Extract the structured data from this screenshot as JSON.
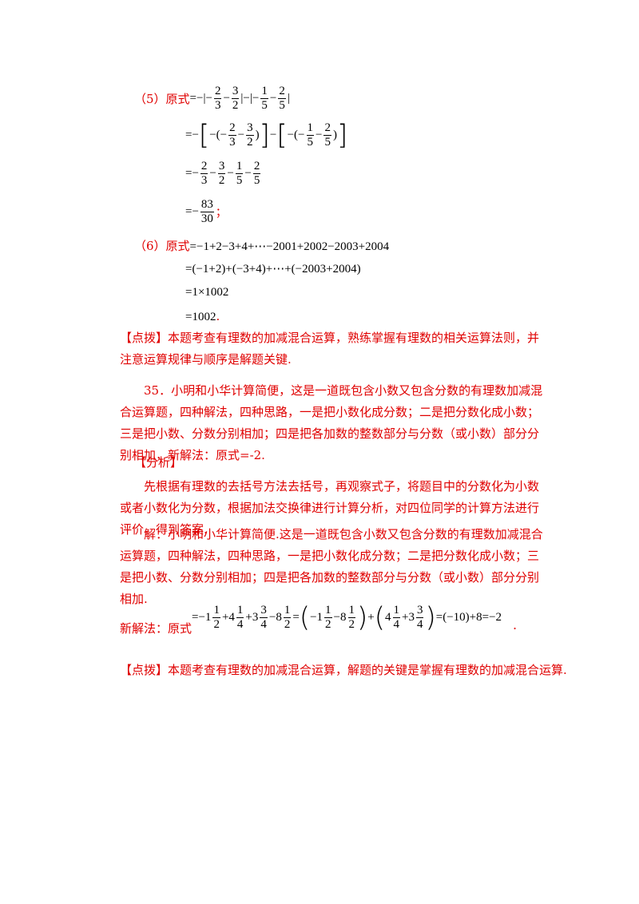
{
  "p5": {
    "label": "（5）原式",
    "line1": {
      "lead": "=−|−",
      "f1": [
        "2",
        "3"
      ],
      "op1": "−",
      "f2": [
        "3",
        "2"
      ],
      "mid": "|−|−",
      "f3": [
        "1",
        "5"
      ],
      "op2": "−",
      "f4": [
        "2",
        "5"
      ],
      "end": "|"
    },
    "line2": {
      "lead": "=−",
      "lb1": "[",
      "in1": "−(−",
      "f1": [
        "2",
        "3"
      ],
      "op1": "−",
      "f2": [
        "3",
        "2"
      ],
      "rb1": ")",
      "rbk1": "]",
      "minus": "−",
      "lb2": "[",
      "in2": "−(−",
      "f3": [
        "1",
        "5"
      ],
      "op2": "−",
      "f4": [
        "2",
        "5"
      ],
      "rb2": ")",
      "rbk2": "]"
    },
    "line3": {
      "lead": "=−",
      "f1": [
        "2",
        "3"
      ],
      "op1": "−",
      "f2": [
        "3",
        "2"
      ],
      "op2": "−",
      "f3": [
        "1",
        "5"
      ],
      "op3": "−",
      "f4": [
        "2",
        "5"
      ]
    },
    "line4": {
      "lead": "=−",
      "f1": [
        "83",
        "30"
      ],
      "end": "；"
    }
  },
  "p6": {
    "label": "（6）原式",
    "line1": "=−1+2−3+4+⋯−2001+2002−2003+2004",
    "line2": "=(−1+2)+(−3+4)+⋯+(−2003+2004)",
    "line3": "=1×1002",
    "line4": "=1002",
    "line4_end": "."
  },
  "tip1": {
    "label": "【点拨】",
    "text": "本题考查有理数的加减混合运算，熟练掌握有理数的相关运算法则，并注意运算规律与顺序是解题关键."
  },
  "q35": {
    "text": "35．小明和小华计算简便，这是一道既包含小数又包含分数的有理数加减混合运算题，四种解法，四种思路，一是把小数化成分数；二是把分数化成小数；三是把小数、分数分别相加；四是把各加数的整数部分与分数（或小数）部分分别相加，新解法：原式=-2."
  },
  "analysis": {
    "label": "【分析】",
    "text": "先根据有理数的去括号方法去括号，再观察式子，将题目中的分数化为小数或者小数化为分数，根据加法交换律进行计算分析，对四位同学的计算方法进行评价，得到答案."
  },
  "solution": {
    "text": "解：小明和小华计算简便.这是一道既包含小数又包含分数的有理数加减混合运算题，四种解法，四种思路，一是把小数化成分数；二是把分数化成小数；三是把小数、分数分别相加；四是把各加数的整数部分与分数（或小数）部分分别相加."
  },
  "newmethod": {
    "label": "新解法：原式",
    "expr": {
      "t1w": "=−1",
      "t1f": [
        "1",
        "2"
      ],
      "t2w": "+4",
      "t2f": [
        "1",
        "4"
      ],
      "t3w": "+3",
      "t3f": [
        "3",
        "4"
      ],
      "t4w": "−8",
      "t4f": [
        "1",
        "2"
      ],
      "eq": "=",
      "g1a": "−1",
      "g1af": [
        "1",
        "2"
      ],
      "g1b": "−8",
      "g1bf": [
        "1",
        "2"
      ],
      "plus": "+",
      "g2a": "4",
      "g2af": [
        "1",
        "4"
      ],
      "g2b": "+3",
      "g2bf": [
        "3",
        "4"
      ],
      "tail": "=(−10)+8=−2"
    },
    "end": "."
  },
  "tip2": {
    "label": "【点拨】",
    "text": "本题考查有理数的加减混合运算，解题的关键是掌握有理数的加减混合运算."
  }
}
